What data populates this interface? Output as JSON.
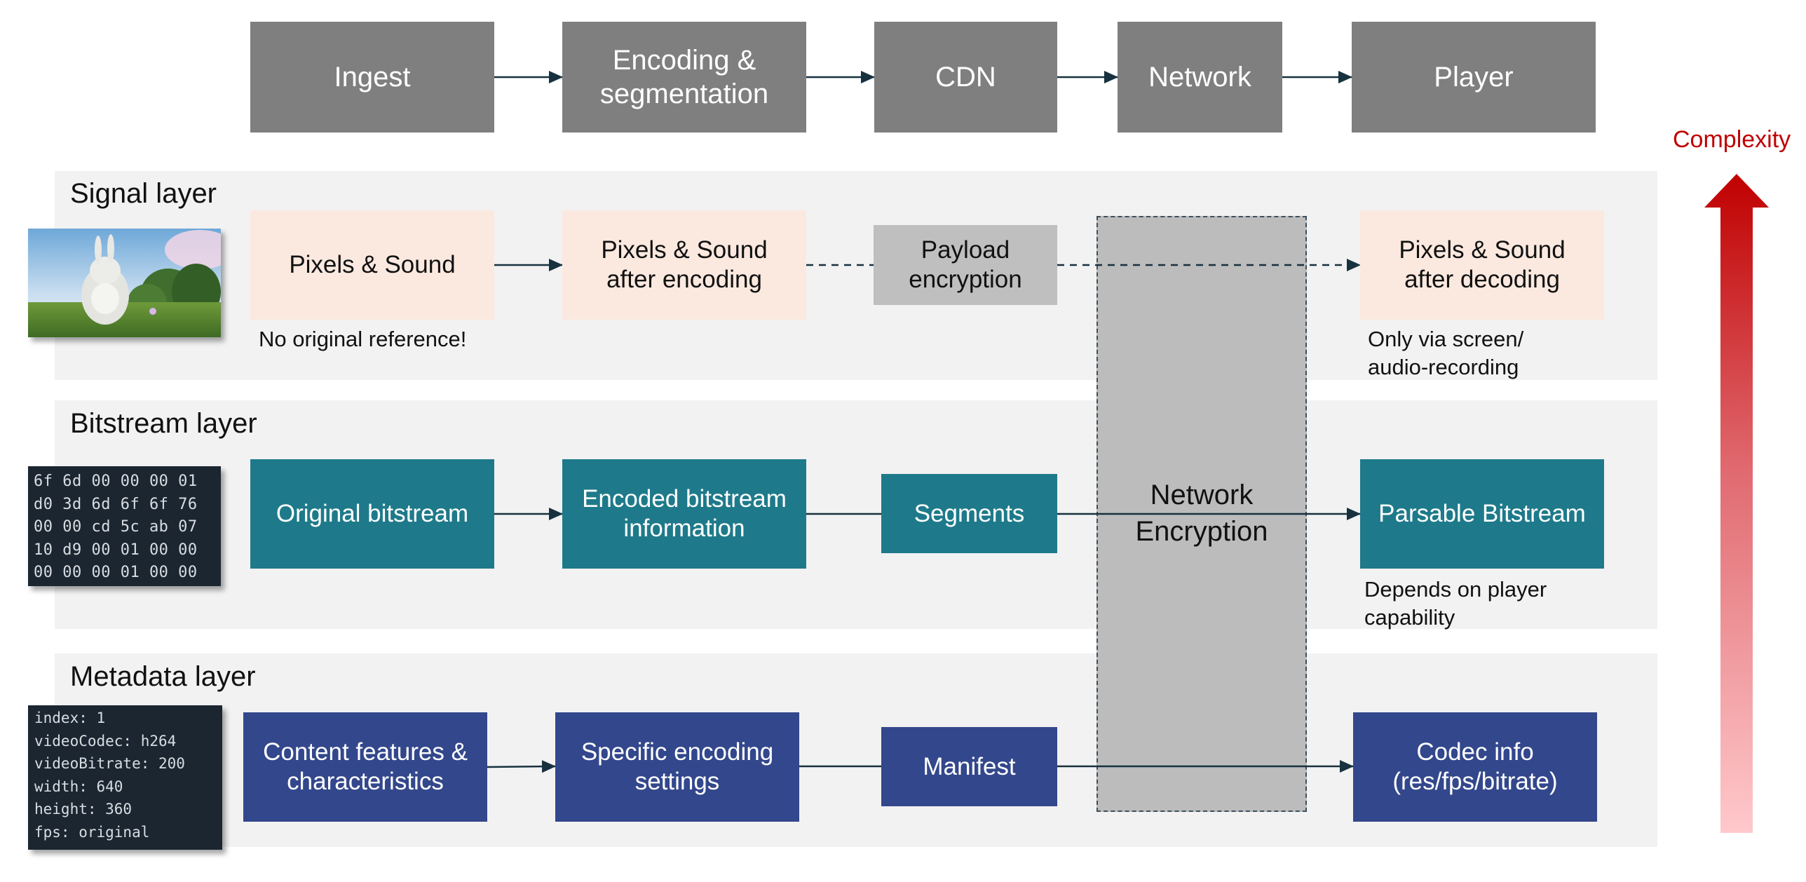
{
  "stages": [
    "Ingest",
    "Encoding &\nsegmentation",
    "CDN",
    "Network",
    "Player"
  ],
  "layers": {
    "signal": {
      "title": "Signal layer",
      "boxes": [
        "Pixels & Sound",
        "Pixels & Sound\nafter encoding",
        "Payload\nencryption",
        "Pixels & Sound\nafter decoding"
      ],
      "notes": [
        "No original reference!",
        "Only via screen/\naudio-recording"
      ]
    },
    "bitstream": {
      "title": "Bitstream layer",
      "boxes": [
        "Original bitstream",
        "Encoded bitstream\ninformation",
        "Segments",
        "Parsable Bitstream"
      ],
      "notes": [
        "Depends on player\ncapability"
      ],
      "hex_dump": "6f 6d 00 00 00 01\nd0 3d 6d 6f 6f 76\n00 00 cd 5c ab 07\n10 d9 00 01 00 00\n00 00 00 01 00 00"
    },
    "metadata": {
      "title": "Metadata layer",
      "boxes": [
        "Content features &\ncharacteristics",
        "Specific encoding\nsettings",
        "Manifest",
        "Codec info\n(res/fps/bitrate)"
      ],
      "code": "index: 1\nvideoCodec: h264\nvideoBitrate: 200\nwidth: 640\nheight: 360\nfps: original"
    }
  },
  "network_encryption": "Network\nEncryption",
  "complexity": "Complexity",
  "colors": {
    "stage": "#7f7f7f",
    "signal": "#fbe9e0",
    "payload": "#bfbfbf",
    "bitstream": "#1e7a8a",
    "metadata": "#33478c",
    "band": "#f2f2f2",
    "arrow": "#17313f",
    "complexity": "#c00000"
  }
}
